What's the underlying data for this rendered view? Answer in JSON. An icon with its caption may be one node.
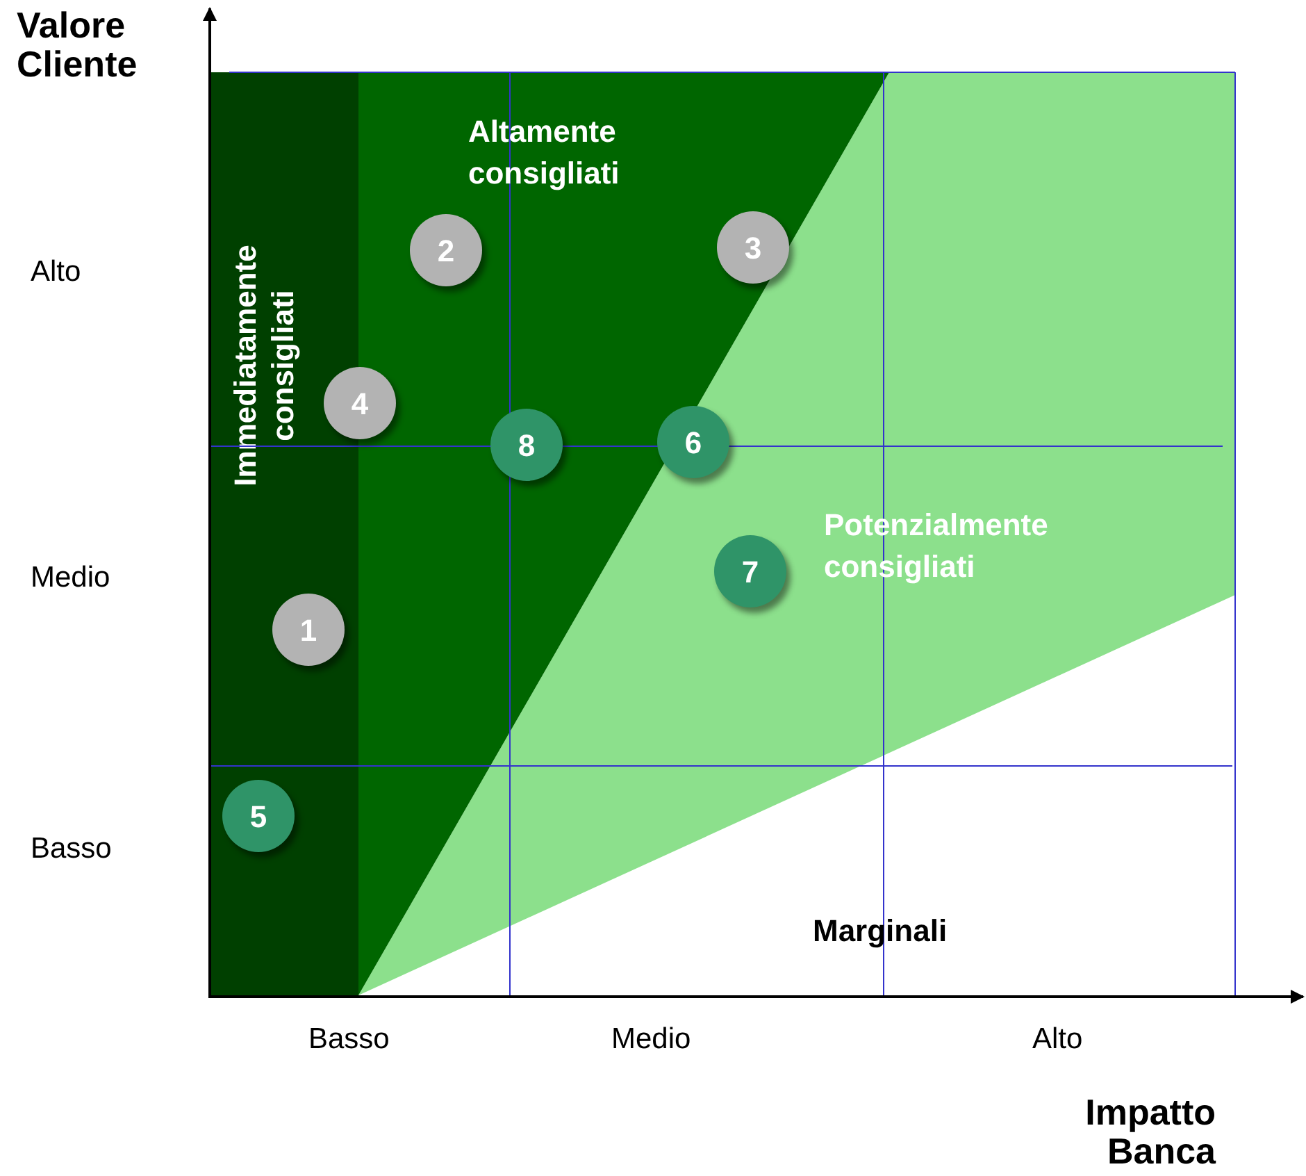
{
  "diagram": {
    "nodes": [
      {
        "text": [
          "Immediatamente consigliati"
        ]
      },
      {
        "text": [
          "2"
        ]
      },
      {
        "text": [
          "3"
        ]
      },
      {
        "text": [
          "4"
        ]
      },
      {
        "text": [
          "8"
        ]
      },
      {
        "text": [
          "6"
        ]
      },
      {
        "text": [
          "7"
        ]
      },
      {
        "text": [
          "1"
        ],
        "in": 0
      },
      {
        "text": [
          "5"
        ],
        "in": 0
      }
    ],
    "labels": [
      "Valore Cliente",
      "Altamente consigliati",
      "Alto",
      "Medio",
      "Potenzialmente consigliati",
      "Basso",
      "Marginali",
      "Basso",
      "Medio",
      "Alto",
      "Impatto Banca"
    ]
  }
}
